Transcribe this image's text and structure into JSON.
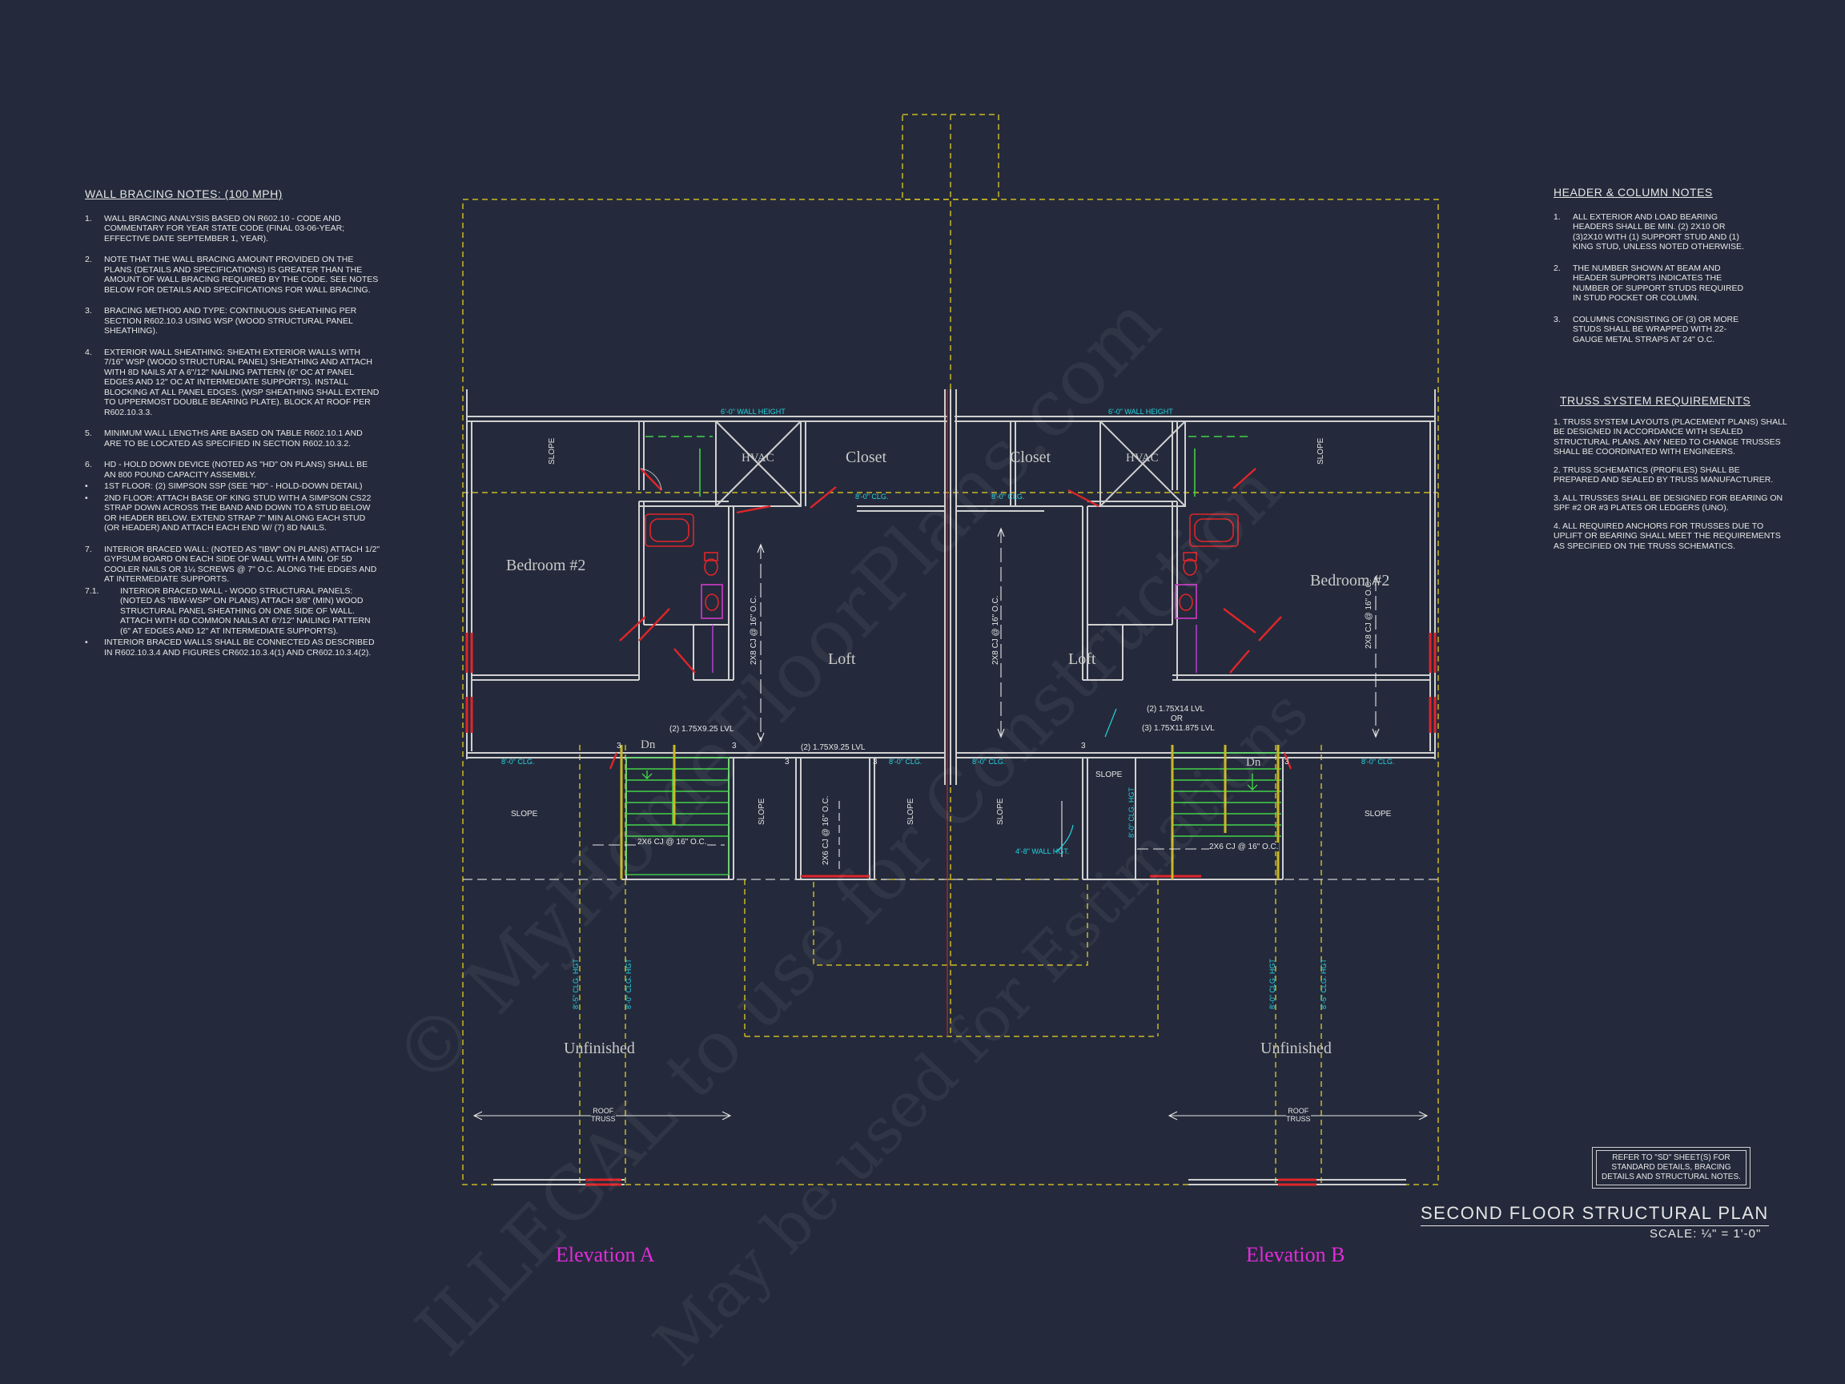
{
  "colors": {
    "background": "#242a3b",
    "wall": "#d0d0d0",
    "dashed_outline": "#c9b825",
    "dimension_cyan": "#25d3e0",
    "stair_green": "#43d14a",
    "door_red": "#e0252a",
    "elevation_magenta": "#e22bd9"
  },
  "wall_bracing_notes": {
    "title": "WALL BRACING NOTES: (100 MPH)",
    "items": [
      {
        "num": "1.",
        "text": "WALL BRACING ANALYSIS BASED ON R602.10 - CODE AND COMMENTARY FOR YEAR STATE CODE (FINAL 03-06-YEAR; EFFECTIVE DATE SEPTEMBER 1, YEAR)."
      },
      {
        "num": "2.",
        "text": "NOTE THAT THE WALL BRACING AMOUNT PROVIDED ON THE PLANS (DETAILS AND SPECIFICATIONS) IS GREATER THAN THE AMOUNT OF WALL BRACING REQUIRED BY THE CODE. SEE NOTES BELOW FOR DETAILS AND SPECIFICATIONS FOR WALL BRACING."
      },
      {
        "num": "3.",
        "text": "BRACING METHOD AND TYPE: CONTINUOUS SHEATHING PER SECTION R602.10.3 USING WSP (WOOD STRUCTURAL PANEL SHEATHING)."
      },
      {
        "num": "4.",
        "text": "EXTERIOR WALL SHEATHING: SHEATH EXTERIOR WALLS WITH 7/16\" WSP (WOOD STRUCTURAL PANEL) SHEATHING AND ATTACH WITH 8d NAILS AT A 6\"/12\" NAILING PATTERN (6\" OC AT PANEL EDGES AND 12\" OC AT INTERMEDIATE SUPPORTS). INSTALL BLOCKING AT ALL PANEL EDGES. (WSP SHEATHING SHALL EXTEND TO UPPERMOST DOUBLE BEARING PLATE). BLOCK AT ROOF PER R602.10.3.3."
      },
      {
        "num": "5.",
        "text": "MINIMUM WALL LENGTHS ARE BASED ON TABLE R602.10.1 AND ARE TO BE LOCATED AS SPECIFIED IN SECTION R602.10.3.2."
      },
      {
        "num": "6.",
        "text": "HD - HOLD DOWN DEVICE (NOTED AS \"HD\" ON PLANS) SHALL BE AN 800 POUND CAPACITY ASSEMBLY."
      },
      {
        "num": "•",
        "text": "1ST FLOOR: (2) SIMPSON SSP (SEE \"HD\" - HOLD-DOWN DETAIL)"
      },
      {
        "num": "•",
        "text": "2ND FLOOR: ATTACH BASE OF KING STUD WITH A SIMPSON CS22 STRAP DOWN ACROSS THE BAND AND DOWN TO A STUD BELOW OR HEADER BELOW. EXTEND STRAP 7\" MIN ALONG EACH STUD (OR HEADER) AND ATTACH EACH END W/ (7) 8d NAILS."
      },
      {
        "num": "7.",
        "text": "INTERIOR BRACED WALL: (NOTED AS \"IBW\" ON PLANS) ATTACH 1/2\" GYPSUM BOARD ON EACH SIDE OF WALL WITH A MIN. OF 5d COOLER NAILS OR 1¼ SCREWS @ 7\" O.C. ALONG THE EDGES AND AT INTERMEDIATE SUPPORTS."
      },
      {
        "num": "7.1.",
        "text": "INTERIOR BRACED WALL - WOOD STRUCTURAL PANELS: (NOTED AS \"IBW-WSP\" ON PLANS) ATTACH 3/8\" (MIN) WOOD STRUCTURAL PANEL SHEATHING ON ONE SIDE OF WALL. ATTACH WITH 6d COMMON NAILS AT 6\"/12\" NAILING PATTERN (6\" AT EDGES AND 12\" AT INTERMEDIATE SUPPORTS)."
      },
      {
        "num": "•",
        "text": "INTERIOR BRACED WALLS SHALL BE CONNECTED AS DESCRIBED IN R602.10.3.4 AND FIGURES CR602.10.3.4(1) AND CR602.10.3.4(2)."
      }
    ]
  },
  "header_column_notes": {
    "title": "HEADER & COLUMN NOTES",
    "items": [
      {
        "num": "1.",
        "text": "ALL EXTERIOR AND LOAD BEARING HEADERS SHALL BE MIN. (2) 2x10 OR (3)2x10 WITH (1) SUPPORT STUD AND (1) KING STUD, UNLESS NOTED OTHERWISE."
      },
      {
        "num": "2.",
        "text": "THE NUMBER SHOWN AT BEAM AND HEADER SUPPORTS INDICATES THE NUMBER OF SUPPORT STUDS REQUIRED IN STUD POCKET OR COLUMN."
      },
      {
        "num": "3.",
        "text": "COLUMNS CONSISTING OF (3) OR MORE STUDS SHALL BE WRAPPED WITH 22-GAUGE METAL STRAPS AT 24\" O.C."
      }
    ]
  },
  "truss_requirements": {
    "title": "TRUSS SYSTEM REQUIREMENTS",
    "items": [
      "1. TRUSS SYSTEM LAYOUTS (PLACEMENT PLANS) SHALL BE DESIGNED IN ACCORDANCE WITH SEALED STRUCTURAL PLANS. ANY NEED TO CHANGE TRUSSES SHALL BE COORDINATED WITH ENGINEERS.",
      "2. TRUSS SCHEMATICS (PROFILES) SHALL BE PREPARED AND SEALED BY TRUSS MANUFACTURER.",
      "3. ALL TRUSSES SHALL BE DESIGNED FOR BEARING ON SPF #2 OR #3 PLATES OR LEDGERS (UNO).",
      "4. ALL REQUIRED ANCHORS FOR TRUSSES DUE TO UPLIFT OR BEARING SHALL MEET THE REQUIREMENTS AS SPECIFIED ON THE TRUSS SCHEMATICS."
    ]
  },
  "rooms": {
    "bedroom_a": "Bedroom #2",
    "bedroom_b": "Bedroom #2",
    "closet_a": "Closet",
    "closet_b": "Closet",
    "hvac_a": "HVAC",
    "hvac_b": "HVAC",
    "loft_a": "Loft",
    "loft_b": "Loft",
    "unfinished_a": "Unfinished",
    "unfinished_b": "Unfinished",
    "dn_a": "Dn",
    "dn_b": "Dn"
  },
  "plan_labels": {
    "wall_height": "6'-0\" WALL HEIGHT",
    "clg_8": "8'-0\" CLG.",
    "slope": "SLOPE",
    "joist_2x8": "2x8 CJ @ 16\" O.C.",
    "joist_2x6": "2x6 CJ @ 16\" O.C.",
    "lvl_a": "(2) 1.75x9.25 LVL",
    "lvl_b": "(2) 1.75x9.25 LVL",
    "lvl_c_line1": "(2) 1.75x14 LVL",
    "lvl_c_line2": "OR",
    "lvl_c_line3": "(3) 1.75x11.875 LVL",
    "wall_hgt_4": "4'-8\" WALL HGT.",
    "clg_hgt_8": "8'-0\" CLG. HGT",
    "clg_hgt_85": "8'-5\" CLG. HGT",
    "roof_truss_1": "ROOF",
    "roof_truss_2": "TRUSS",
    "num_3": "3"
  },
  "elevations": {
    "a": "Elevation A",
    "b": "Elevation B"
  },
  "reference_note": {
    "line1": "REFER TO \"SD\" SHEET(S) FOR",
    "line2": "STANDARD DETAILS, BRACING",
    "line3": "DETAILS AND STRUCTURAL NOTES."
  },
  "title_block": {
    "title": "SECOND FLOOR STRUCTURAL PLAN",
    "scale": "SCALE: ¼\" = 1'-0\""
  },
  "watermark": {
    "line1": "© MyHomeFloorPlans.com",
    "line2": "ILLEGAL to use for Construction",
    "line3": "May be used for Estimations"
  }
}
